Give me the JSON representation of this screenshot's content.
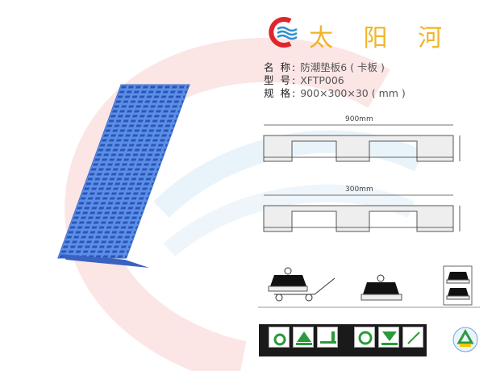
{
  "brand": {
    "name": "太 阳 河",
    "logo": "taiyanghe-logo",
    "colors": {
      "red": "#e0262b",
      "blue": "#2c8fd0",
      "gold": "#f0b429"
    }
  },
  "specs": [
    {
      "key": "名 称:",
      "value": "防潮垫板6 ( 卡板 )"
    },
    {
      "key": "型 号:",
      "value": "XFTP006"
    },
    {
      "key": "规 格:",
      "value": "900×300×30 ( mm )"
    }
  ],
  "diagrams": {
    "length_label": "900mm",
    "width_label": "300mm"
  },
  "product": {
    "color": "#5b8fe6"
  }
}
